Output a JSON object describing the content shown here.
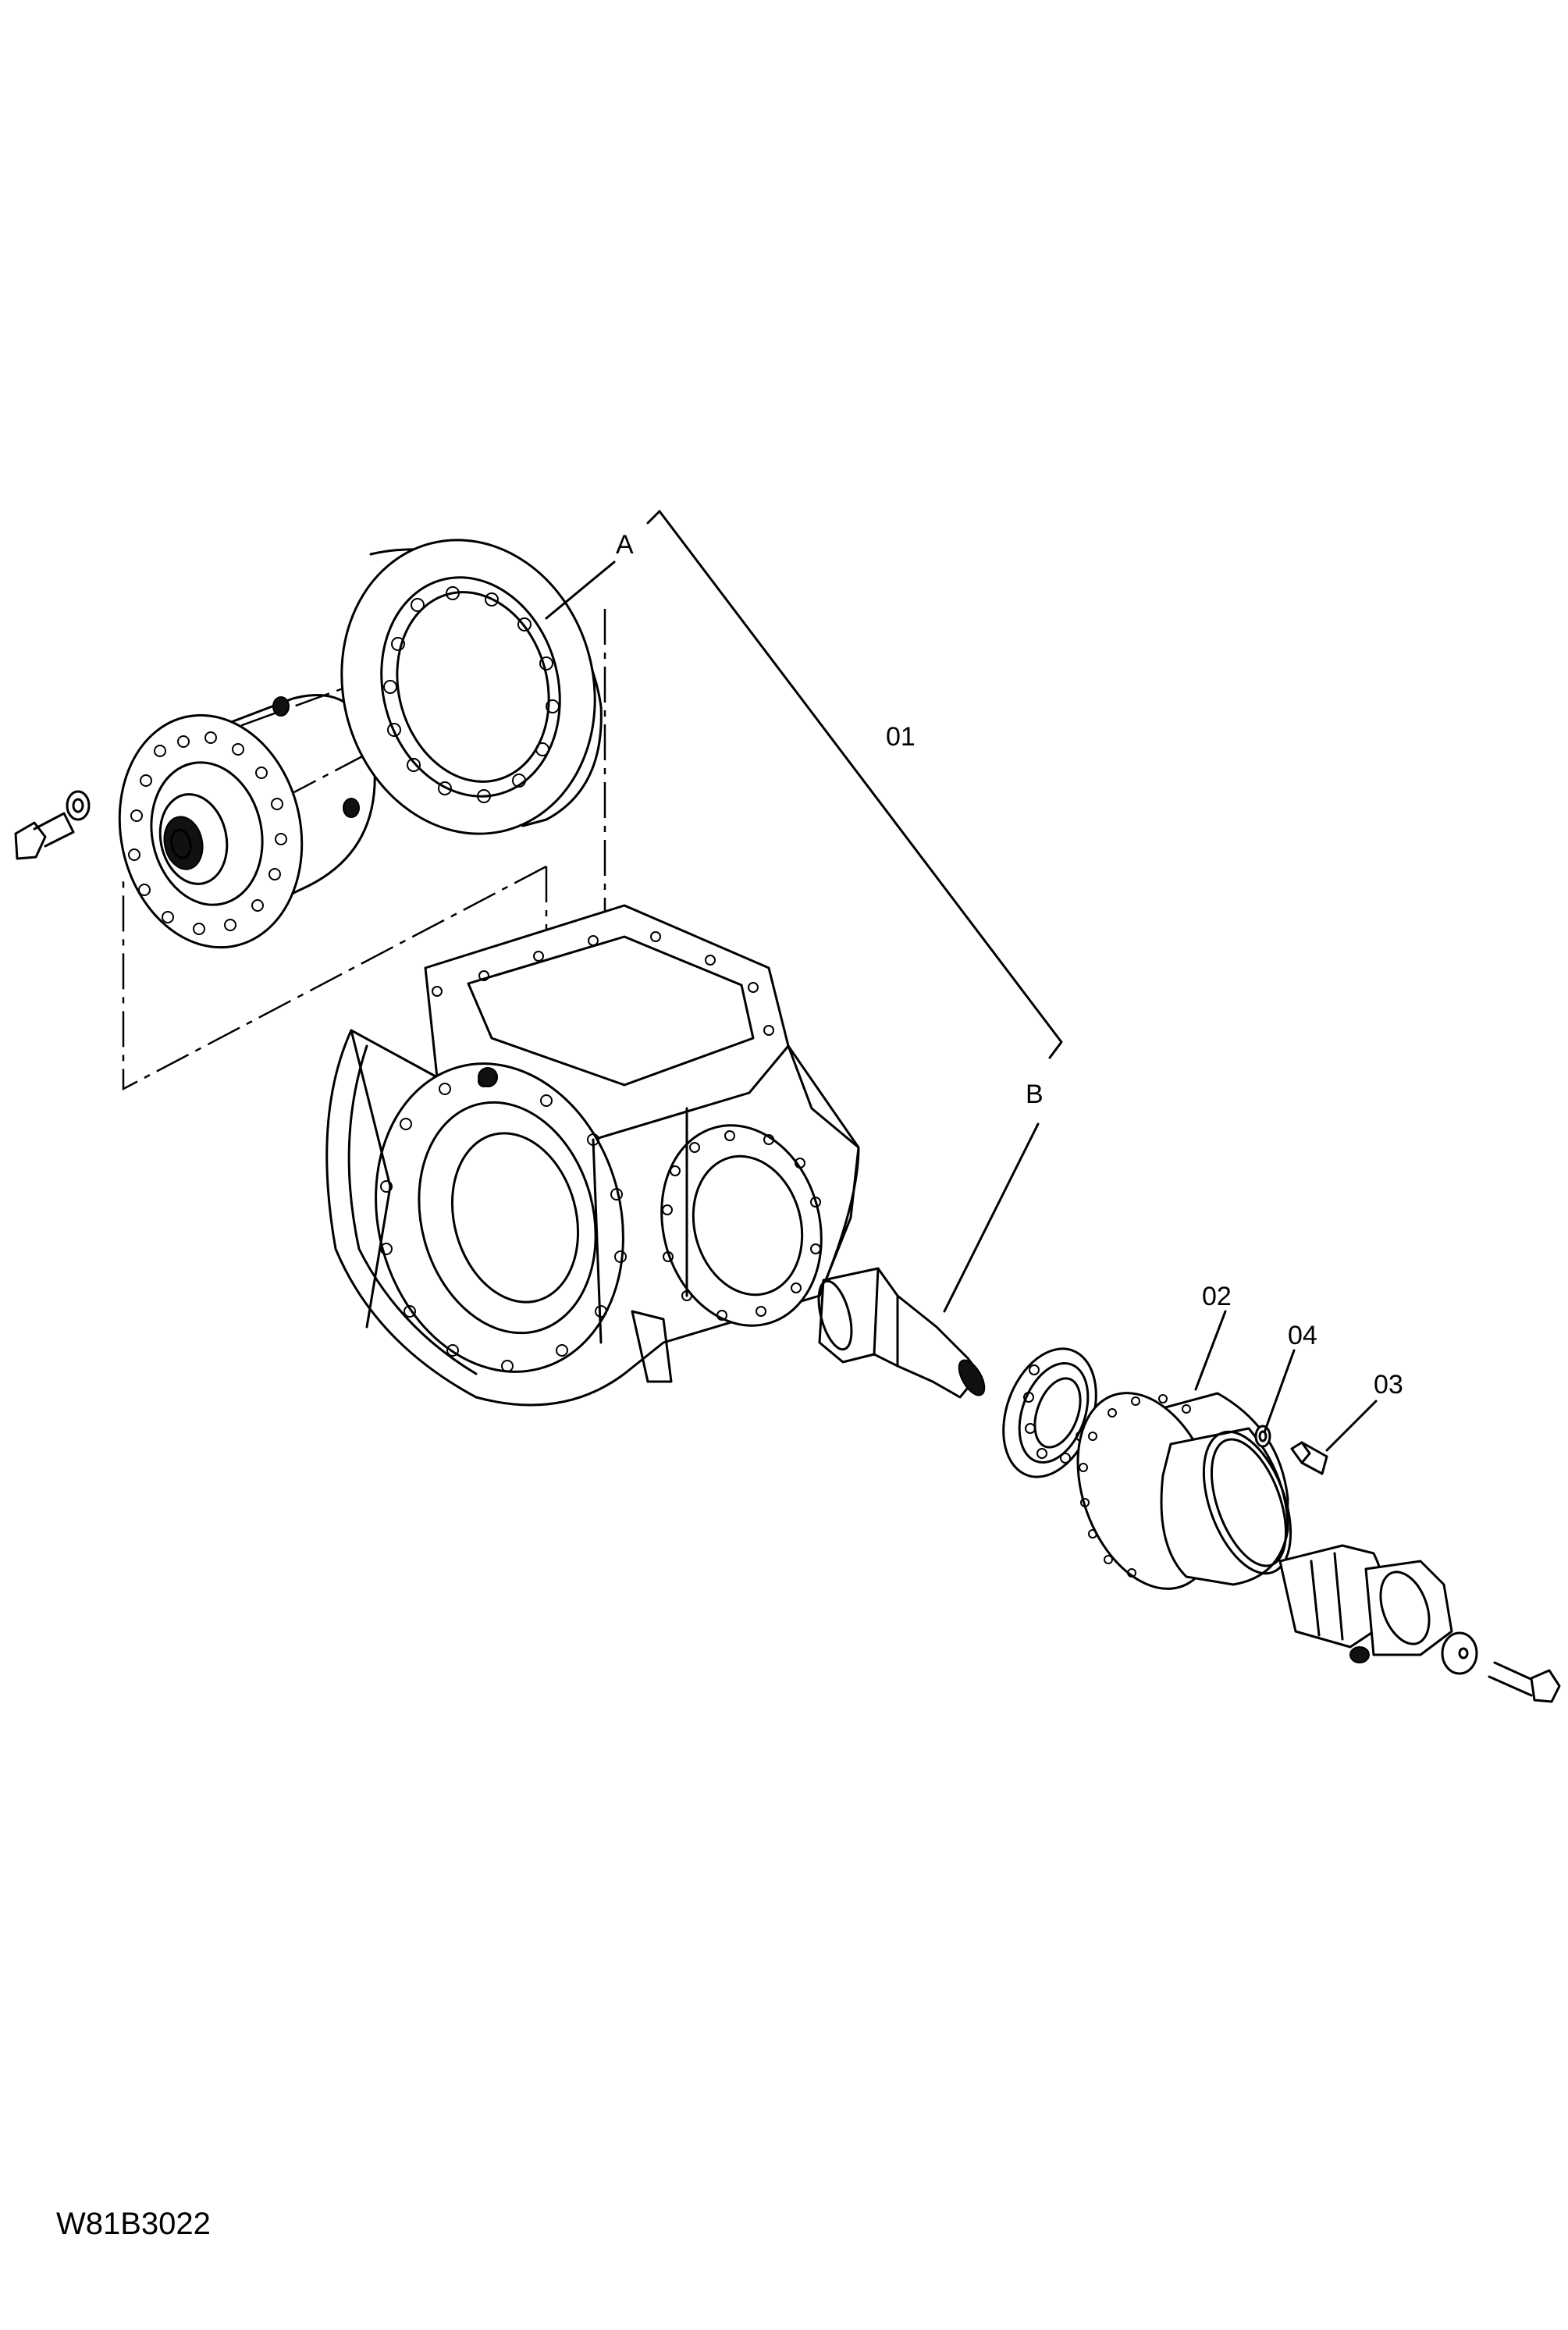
{
  "labels": {
    "callout_a": "A",
    "callout_b": "B",
    "part_01": "01",
    "part_02": "02",
    "part_03": "03",
    "part_04": "04"
  },
  "drawing_code": "W81B3022",
  "icons": {
    "differential_carrier": "differential-carrier-icon",
    "ring_gear": "ring-gear-icon",
    "axle_housing": "axle-housing-icon",
    "pinion_shaft": "pinion-shaft-icon",
    "bearing": "bearing-icon",
    "pinion_cage": "pinion-cage-icon",
    "flange_yoke": "flange-yoke-icon",
    "bolt": "bolt-icon",
    "washer": "washer-icon"
  }
}
